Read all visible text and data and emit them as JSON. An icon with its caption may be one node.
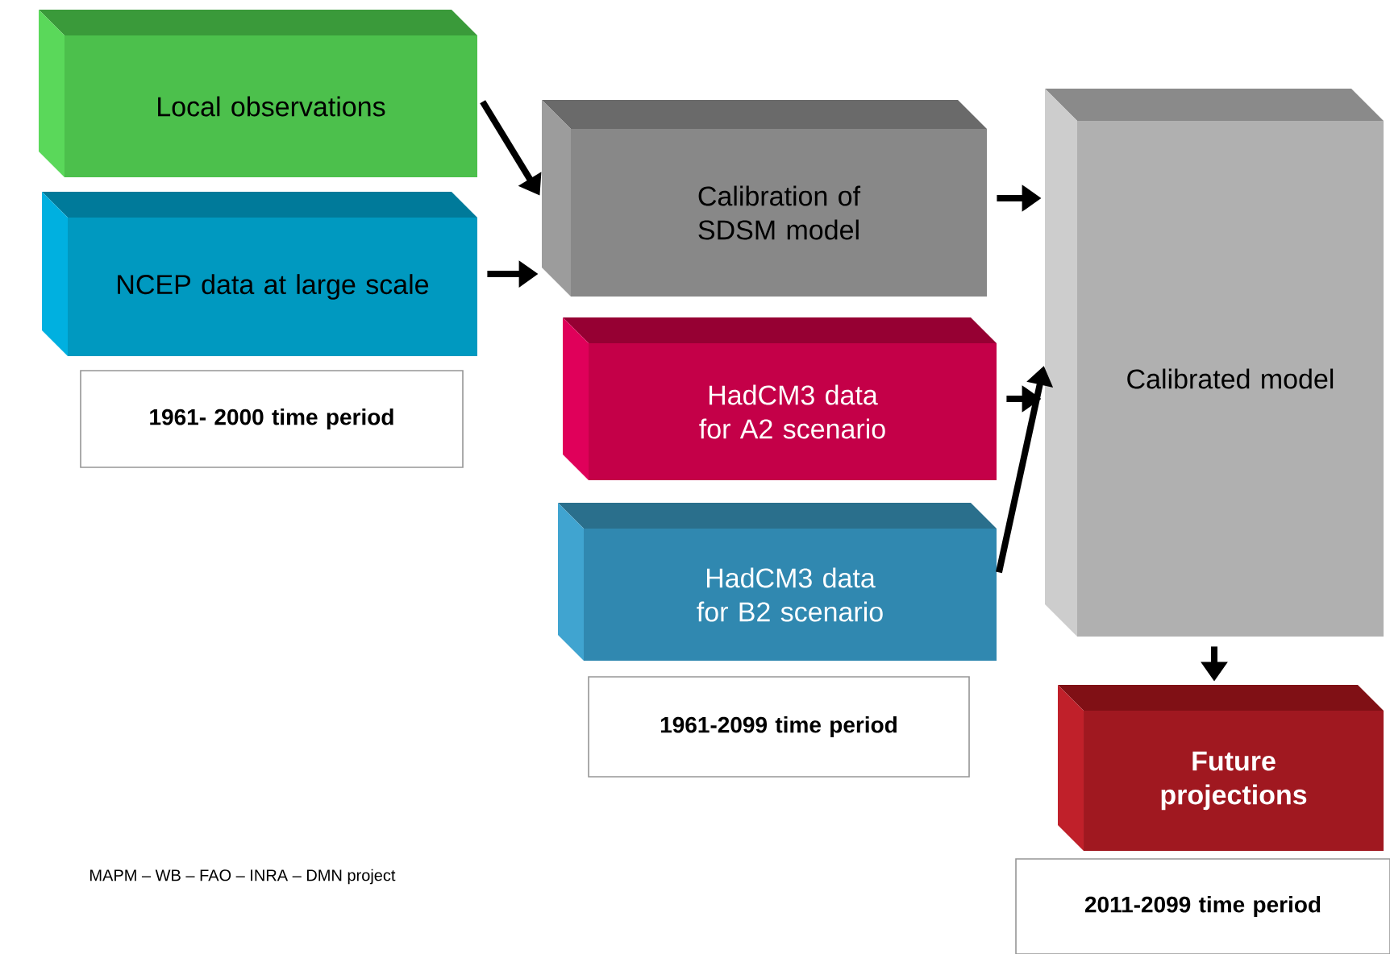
{
  "diagram": {
    "nodes": [
      {
        "text": [
          "Local observations"
        ]
      },
      {
        "text": [
          "NCEP data at large scale"
        ]
      },
      {
        "text": [
          "1961- 2000 time period"
        ]
      },
      {
        "text": [
          "Calibration of SDSM model"
        ]
      },
      {
        "text": [
          "HadCM3 data for A2 scenario"
        ]
      },
      {
        "text": [
          "HadCM3 data for B2 scenario"
        ]
      },
      {
        "text": [
          "1961-2099 time period"
        ]
      },
      {
        "text": [
          "Calibrated model"
        ]
      },
      {
        "text": [
          "Future projections"
        ]
      },
      {
        "text": [
          "2011-2099 time period"
        ]
      }
    ],
    "edges": [
      {
        "from": 0,
        "to": 3,
        "arrow": "to"
      },
      {
        "from": 1,
        "to": 3,
        "arrow": "to"
      },
      {
        "from": 3,
        "to": 7,
        "arrow": "to"
      },
      {
        "from": 4,
        "to": 7,
        "arrow": "to"
      },
      {
        "from": 5,
        "to": 7,
        "arrow": "to"
      },
      {
        "from": 7,
        "to": 8,
        "arrow": "to"
      }
    ],
    "labels": [
      "MAPM – WB – FAO – INRA – DMN project"
    ]
  }
}
